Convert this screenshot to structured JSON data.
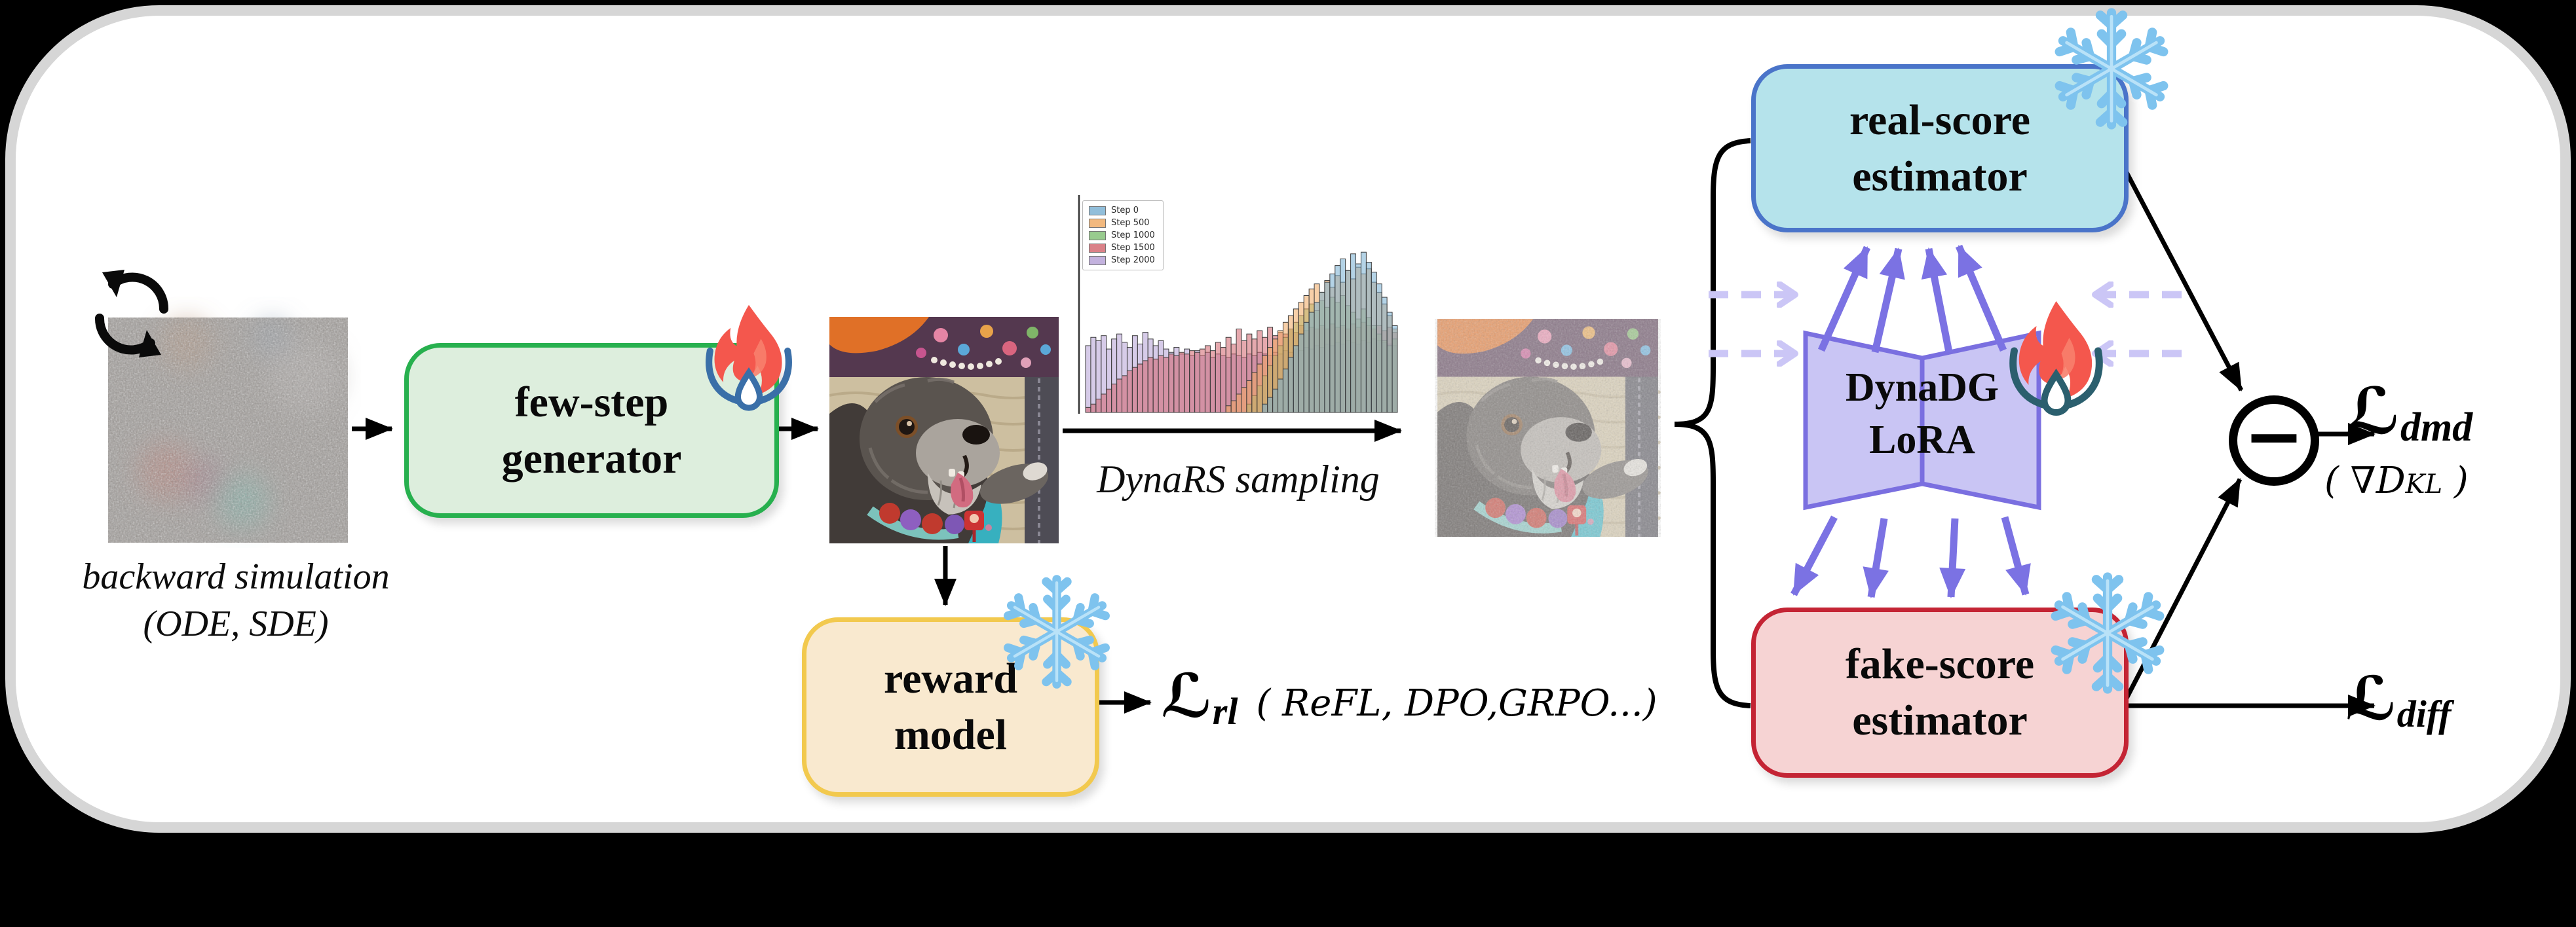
{
  "panel": {
    "outside": "#000000",
    "bg": "#ffffff",
    "rim": "#d6d6d6"
  },
  "stages": {
    "backward_sim": {
      "caption_line1": "backward simulation",
      "caption_line2": "(ODE, SDE)",
      "image": "pure-noise-image",
      "icon": "cycle-arrows-icon"
    },
    "generator": {
      "label_line1": "few-step",
      "label_line2": "generator",
      "fill": "#ddeedd",
      "border": "#27b04e",
      "status": "trainable",
      "status_icon": "flame-droplet-icon"
    },
    "sample_image": {
      "image": "dog-photo"
    },
    "dynars_arrow": {
      "caption": "DynaRS sampling"
    },
    "noisy_image": {
      "image": "noisy-dog-photo"
    },
    "reward": {
      "label_line1": "reward",
      "label_line2": "model",
      "fill": "#f9e9cf",
      "border": "#f2c94e",
      "status": "frozen",
      "status_icon": "snowflake-icon"
    },
    "real_score": {
      "label_line1": "real-score",
      "label_line2": "estimator",
      "fill": "#b5e3eb",
      "border": "#4a74c9",
      "status": "frozen",
      "status_icon": "snowflake-icon"
    },
    "dynadg": {
      "label_line1": "DynaDG",
      "label_line2": "LoRA",
      "fill": "#c9c5f4",
      "border": "#7a6fe0",
      "status": "trainable",
      "status_icon": "flame-droplet-icon"
    },
    "fake_score": {
      "label_line1": "fake-score",
      "label_line2": "estimator",
      "fill": "#f6d3d3",
      "border": "#c42434",
      "status": "frozen",
      "status_icon": "snowflake-icon"
    }
  },
  "losses": {
    "rl": {
      "symbol": "ℒ",
      "sub": "rl",
      "note": "( ReFL, DPO,GRPO...)"
    },
    "dmd": {
      "symbol": "ℒ",
      "sub": "dmd",
      "note_open": "( ∇D",
      "note_sub": "KL",
      "note_close": " )"
    },
    "diff": {
      "symbol": "ℒ",
      "sub": "diff"
    }
  },
  "operator": {
    "minus": "−"
  },
  "arrows": {
    "solid": "#000000",
    "lora_grad": "#7b72e3",
    "lora_ghost": "#cbc6f6"
  },
  "chart_data": {
    "type": "histogram-overlay",
    "title": "",
    "xlabel": "",
    "ylabel": "",
    "bins": 60,
    "ylim": [
      0,
      1
    ],
    "legend_position": "upper-left",
    "grid": false,
    "axes": {
      "left_spine": true,
      "bottom_spine": false,
      "tick_labels_visible": false
    },
    "bar_opacity": 0.55,
    "draw_order": [
      4,
      3,
      2,
      1,
      0
    ],
    "series": [
      {
        "label": "Step 0",
        "color": "#76aed2",
        "values": [
          0,
          0,
          0,
          0,
          0,
          0,
          0,
          0,
          0,
          0,
          0,
          0,
          0,
          0,
          0,
          0,
          0,
          0,
          0,
          0,
          0,
          0,
          0,
          0,
          0,
          0,
          0,
          0,
          0,
          0,
          0,
          0,
          0,
          0,
          0.05,
          0.09,
          0.14,
          0.2,
          0.26,
          0.33,
          0.4,
          0.47,
          0.54,
          0.6,
          0.66,
          0.72,
          0.78,
          0.83,
          0.88,
          0.92,
          0.85,
          0.95,
          0.89,
          0.96,
          0.9,
          0.84,
          0.77,
          0.69,
          0.6,
          0.52
        ]
      },
      {
        "label": "Step 500",
        "color": "#f0a860",
        "values": [
          0,
          0,
          0,
          0,
          0,
          0,
          0,
          0,
          0,
          0,
          0,
          0,
          0,
          0,
          0,
          0,
          0,
          0,
          0,
          0,
          0,
          0,
          0,
          0,
          0,
          0,
          0,
          0.04,
          0.07,
          0.11,
          0.15,
          0.19,
          0.24,
          0.29,
          0.34,
          0.39,
          0.44,
          0.49,
          0.54,
          0.58,
          0.62,
          0.66,
          0.7,
          0.74,
          0.77,
          0.72,
          0.79,
          0.75,
          0.82,
          0.78,
          0.85,
          0.8,
          0.87,
          0.83,
          0.86,
          0.78,
          0.72,
          0.65,
          0.58,
          0.5
        ]
      },
      {
        "label": "Step 1000",
        "color": "#7fbf72",
        "values": [
          0,
          0,
          0,
          0,
          0,
          0,
          0,
          0,
          0,
          0,
          0,
          0,
          0,
          0,
          0,
          0,
          0,
          0,
          0,
          0,
          0,
          0,
          0,
          0,
          0,
          0,
          0,
          0,
          0,
          0,
          0,
          0.05,
          0.1,
          0.16,
          0.22,
          0.28,
          0.34,
          0.4,
          0.45,
          0.5,
          0.54,
          0.58,
          0.62,
          0.65,
          0.61,
          0.67,
          0.63,
          0.69,
          0.66,
          0.7,
          0.64,
          0.6,
          0.56,
          0.62,
          0.57,
          0.52,
          0.47,
          0.43,
          0.4,
          0.44
        ]
      },
      {
        "label": "Step 1500",
        "color": "#d2626b",
        "values": [
          0.03,
          0.05,
          0.08,
          0.11,
          0.14,
          0.17,
          0.2,
          0.22,
          0.25,
          0.27,
          0.29,
          0.31,
          0.33,
          0.32,
          0.34,
          0.33,
          0.35,
          0.34,
          0.36,
          0.35,
          0.37,
          0.36,
          0.38,
          0.4,
          0.37,
          0.42,
          0.39,
          0.45,
          0.41,
          0.5,
          0.43,
          0.47,
          0.44,
          0.49,
          0.45,
          0.51,
          0.46,
          0.48,
          0.47,
          0.5,
          0.48,
          0.52,
          0.49,
          0.51,
          0.5,
          0.52,
          0.5,
          0.53,
          0.51,
          0.52,
          0.5,
          0.53,
          0.51,
          0.54,
          0.52,
          0.5,
          0.52,
          0.49,
          0.51,
          0.48
        ]
      },
      {
        "label": "Step 2000",
        "color": "#b5a0d6",
        "values": [
          0.4,
          0.45,
          0.43,
          0.46,
          0.38,
          0.44,
          0.47,
          0.42,
          0.39,
          0.46,
          0.41,
          0.48,
          0.44,
          0.4,
          0.43,
          0.38,
          0.36,
          0.39,
          0.35,
          0.38,
          0.34,
          0.37,
          0.34,
          0.36,
          0.33,
          0.35,
          0.34,
          0.33,
          0.35,
          0.34,
          0.33,
          0.35,
          0.34,
          0.36,
          0.35,
          0.34,
          0.36,
          0.35,
          0.37,
          0.36,
          0.38,
          0.37,
          0.39,
          0.38,
          0.4,
          0.39,
          0.41,
          0.4,
          0.42,
          0.41,
          0.43,
          0.42,
          0.41,
          0.43,
          0.42,
          0.44,
          0.43,
          0.42,
          0.41,
          0.4
        ]
      }
    ]
  }
}
